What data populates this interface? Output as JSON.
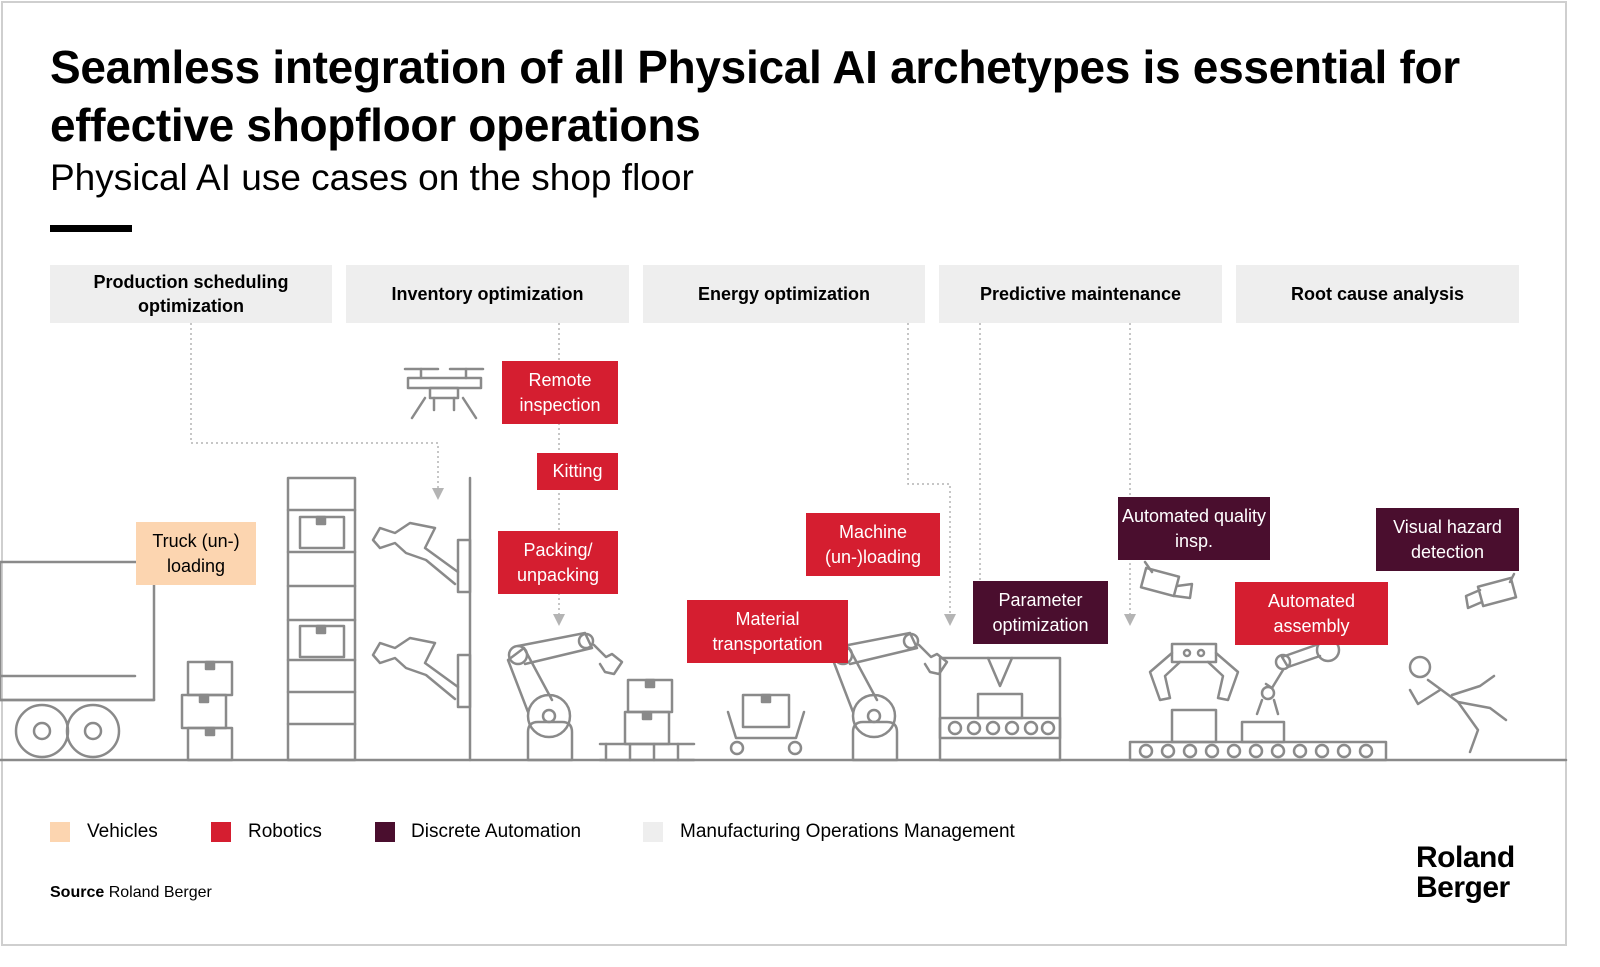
{
  "title": "Seamless integration of all Physical AI archetypes is essential for effective shopfloor operations",
  "subtitle": "Physical AI use cases on the shop floor",
  "categories": [
    "Production scheduling optimization",
    "Inventory optimization",
    "Energy optimization",
    "Predictive maintenance",
    "Root cause analysis"
  ],
  "use_cases": {
    "truck_loading": "Truck (un-) loading",
    "remote_inspection": "Remote inspection",
    "kitting": "Kitting",
    "packing": "Packing/ unpacking",
    "material_transportation": "Material transportation",
    "machine_loading": "Machine (un-)loading",
    "parameter_optimization": "Parameter optimization",
    "automated_quality": "Automated quality insp.",
    "automated_assembly": "Automated assembly",
    "visual_hazard": "Visual hazard detection"
  },
  "legend": [
    {
      "label": "Vehicles",
      "color": "#fcd5b0"
    },
    {
      "label": "Robotics",
      "color": "#d51e30"
    },
    {
      "label": "Discrete Automation",
      "color": "#4a0e2e"
    },
    {
      "label": "Manufacturing Operations Management",
      "color": "#eeeeee"
    }
  ],
  "source_label": "Source",
  "source_text": "Roland Berger",
  "logo_line1": "Roland",
  "logo_line2": "Berger",
  "colors": {
    "vehicles": "#fcd5b0",
    "robotics": "#d51e30",
    "discrete_automation": "#4a0e2e",
    "mom": "#eeeeee",
    "line_art": "#8a8a8a"
  },
  "icons": [
    "truck-icon",
    "box-stack-icon",
    "shelf-rack-icon",
    "drone-icon",
    "wall-robot-arm-icon",
    "industrial-robot-arm-icon",
    "pallet-icon",
    "cart-icon",
    "press-machine-icon",
    "conveyor-icon",
    "robot-gripper-icon",
    "assembly-arm-icon",
    "security-camera-icon",
    "falling-person-icon"
  ]
}
